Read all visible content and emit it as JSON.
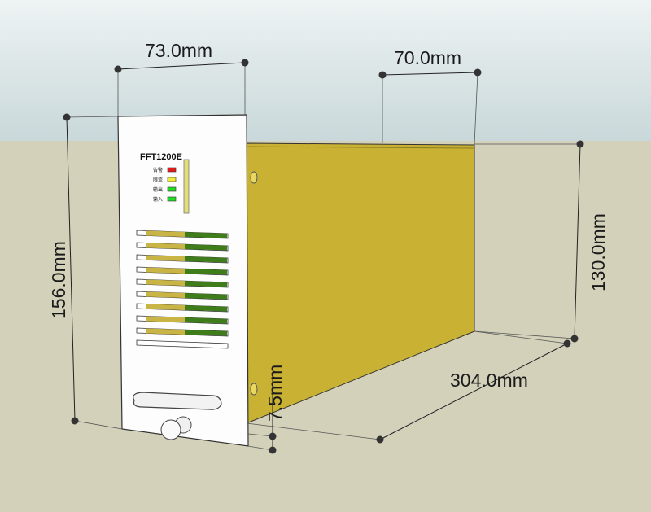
{
  "model_name": "FFT1200E",
  "indicators": [
    {
      "label": "告警",
      "color": "#e11a1a"
    },
    {
      "label": "限流",
      "color": "#f2ea3a"
    },
    {
      "label": "输出",
      "color": "#22dd22"
    },
    {
      "label": "输入",
      "color": "#22dd22"
    }
  ],
  "dimensions": {
    "panel_width": "73.0mm",
    "depth_offset": "70.0mm",
    "body_height": "130.0mm",
    "panel_height": "156.0mm",
    "body_length": "304.0mm",
    "panel_offset": "7.5mm"
  },
  "colors": {
    "body": "#c9b233",
    "vent_green": "#3f7d1a",
    "vent_yellow": "#c9b545",
    "ground": "#d3d1ba",
    "sky": "#d5e1e2"
  }
}
